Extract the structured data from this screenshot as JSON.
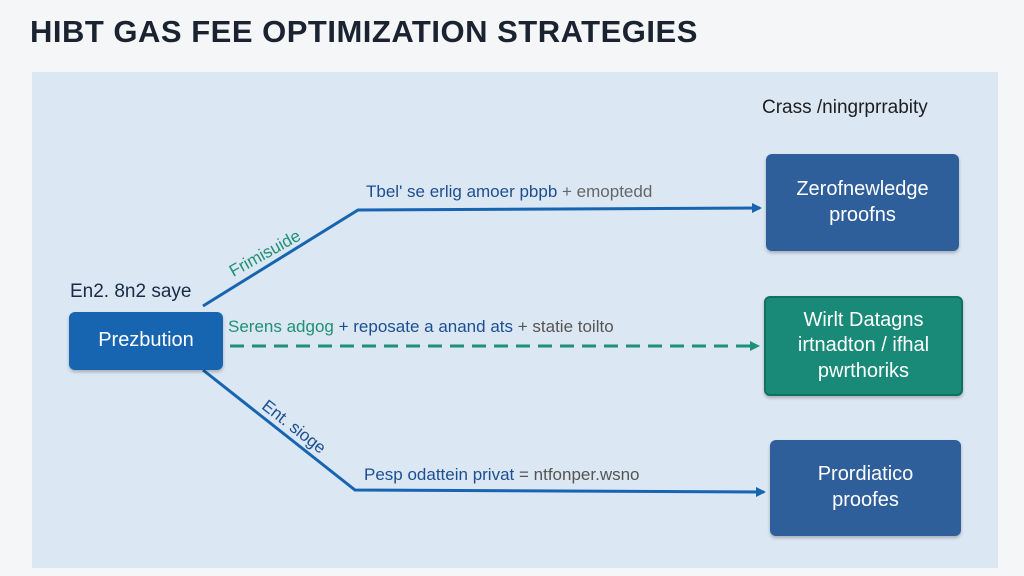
{
  "title": "HIBT GAS FEE OPTIMIZATION STRATEGIES",
  "corner_label": "Crass /ningrprrabity",
  "source": {
    "caption": "En2. 8n2 saye",
    "label": "Prezbution"
  },
  "targets": [
    {
      "label": "Zerofnewledge\nproofns",
      "color": "#2f5f9b"
    },
    {
      "label": "Wirlt Datagns\nirtnadton / ifhal\npwrthoriks",
      "color": "#1a8a78"
    },
    {
      "label": "Prordiatico\nproofes",
      "color": "#2f5f9b"
    }
  ],
  "edges": [
    {
      "label": "Tbel' se erlig amoer pbpb",
      "suffix": "+ emoptedd",
      "diag_label": "Frimisuide",
      "style": "solid",
      "color": "#1765b0"
    },
    {
      "label": "Serens adgog",
      "mid": "+ reposate a anand ats",
      "suffix": "+ statie toilto",
      "style": "dashed",
      "color": "#1f9174"
    },
    {
      "label": "Pesp odattein privat",
      "suffix": "= ntfonper.wsno",
      "diag_label": "Ent. sioge",
      "style": "solid",
      "color": "#1765b0"
    }
  ]
}
